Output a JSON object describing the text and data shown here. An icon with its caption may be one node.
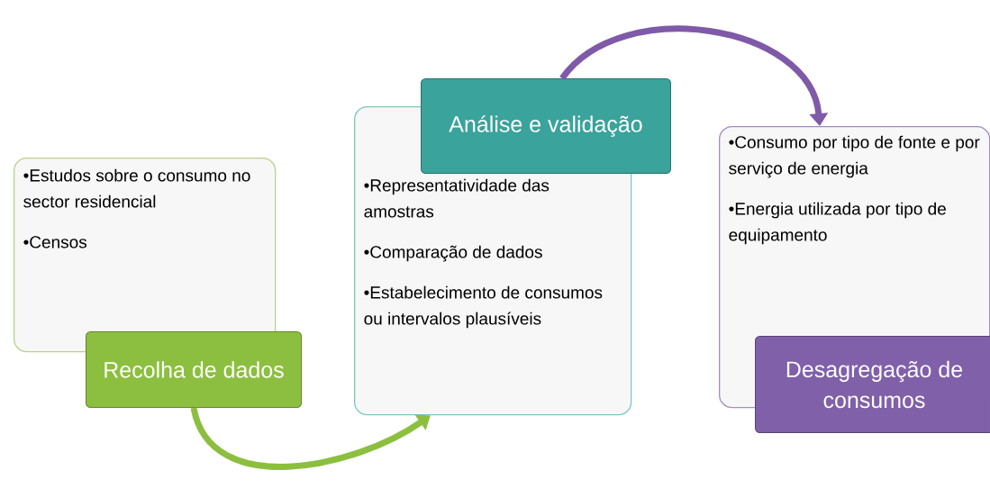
{
  "diagram": {
    "nodes": [
      {
        "text": [
          "•Estudos sobre o consumo no sector residencial",
          "•Censos"
        ]
      },
      {
        "text": [
          "Recolha de dados"
        ]
      },
      {
        "text": [
          "•Representatividade das amostras",
          "•Comparação de dados",
          "•Estabelecimento de consumos ou intervalos plausíveis"
        ]
      },
      {
        "text": [
          "Análise e validação"
        ]
      },
      {
        "text": [
          "•Consumo por tipo de fonte e por serviço de energia",
          "•Energia utilizada por tipo de equipamento"
        ]
      },
      {
        "text": [
          "Desagregação de consumos"
        ]
      }
    ],
    "edges": [
      {
        "from": 1,
        "to": 2,
        "arrow": "to",
        "color": "#8cbf3f"
      },
      {
        "from": 3,
        "to": 4,
        "arrow": "to",
        "color": "#7f5aa8"
      }
    ]
  }
}
